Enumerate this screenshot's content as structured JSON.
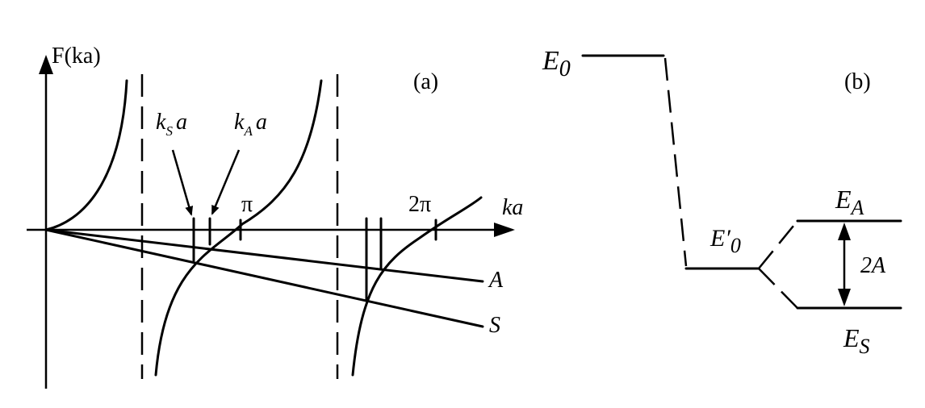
{
  "panel_a": {
    "panel_label": "(a)",
    "y_axis_label": "F(ka)",
    "x_axis_label": "ka",
    "tick_pi": "π",
    "tick_2pi": "2π",
    "ks_label": {
      "k": "k",
      "sub": "S",
      "a": "a"
    },
    "ka_label": {
      "k": "k",
      "sub": "A",
      "a": "a"
    },
    "line_A_label": "A",
    "line_S_label": "S"
  },
  "panel_b": {
    "panel_label": "(b)",
    "e0_label": {
      "E": "E",
      "sub": "0"
    },
    "e0prime_label": {
      "E": "E",
      "prime": "′",
      "sub": "0"
    },
    "ea_label": {
      "E": "E",
      "sub": "A"
    },
    "es_label": {
      "E": "E",
      "sub": "S"
    },
    "splitting_label": "2A"
  }
}
